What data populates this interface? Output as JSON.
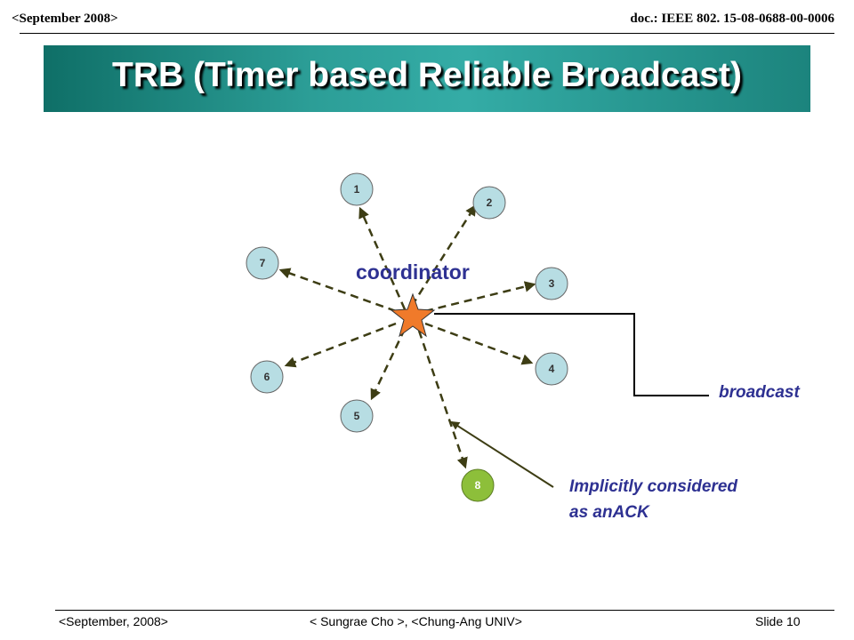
{
  "header": {
    "date": "<September 2008>",
    "doc": "doc.: IEEE 802. 15-08-0688-00-0006"
  },
  "title": "TRB (Timer based Reliable Broadcast)",
  "diagram": {
    "center_label": "coordinator",
    "nodes": [
      "1",
      "2",
      "3",
      "4",
      "5",
      "6",
      "7",
      "8"
    ],
    "broadcast_label": "broadcast",
    "ack_label_line1": "Implicitly considered",
    "ack_label_line2": "as anACK",
    "colors": {
      "node_fill": "#b7dde3",
      "node8_fill": "#8dbf3a",
      "star_fill": "#f07a2a",
      "arrow": "#3d3d14",
      "text_blue": "#2e3192"
    }
  },
  "footer": {
    "date": "<September, 2008>",
    "author": "< Sungrae Cho >, <Chung-Ang UNIV>",
    "slide": "Slide 10"
  }
}
